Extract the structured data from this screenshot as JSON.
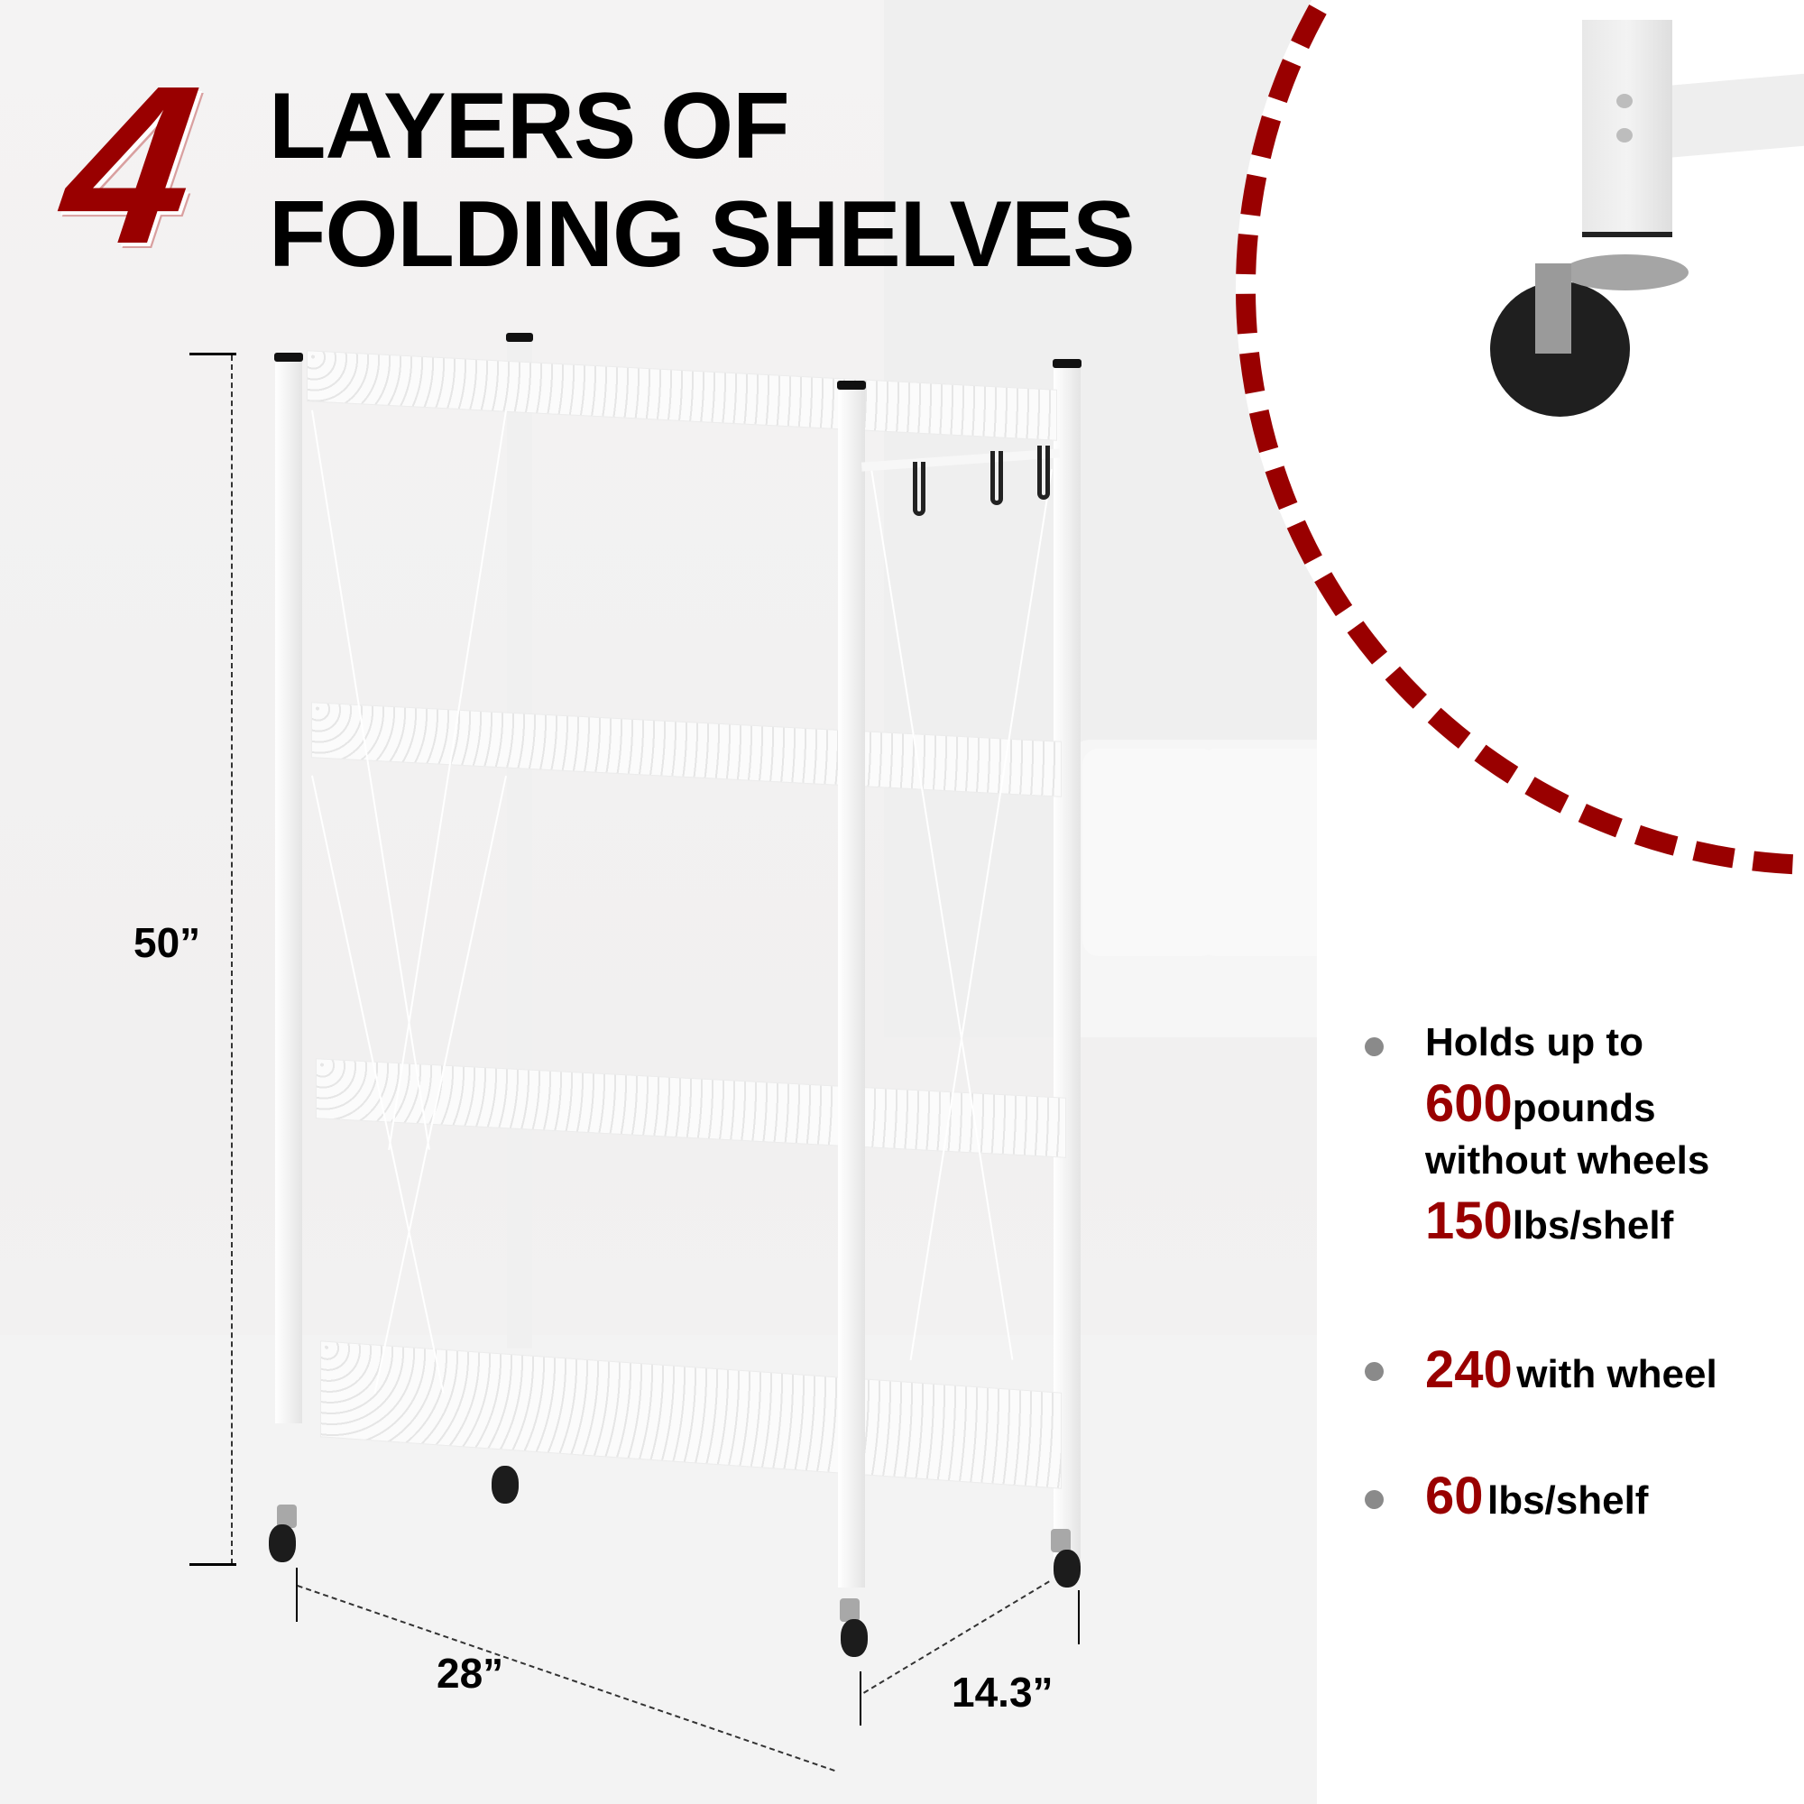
{
  "headline": {
    "number": "4",
    "line1": "LAYERS OF",
    "line2": "FOLDING SHELVES"
  },
  "dimensions": {
    "height": "50”",
    "width": "28”",
    "depth": "14.3”"
  },
  "specs": [
    {
      "intro": "Holds up to",
      "value": "600",
      "unit": "pounds",
      "detail": "without wheels",
      "per_shelf_value": "150",
      "per_shelf_unit": "lbs/shelf"
    },
    {
      "value": "240",
      "unit": "with wheel"
    },
    {
      "value": "60",
      "unit": "lbs/shelf"
    }
  ],
  "inset": {
    "subject": "caster-wheel-detail"
  },
  "colors": {
    "accent": "#990000",
    "text": "#000000",
    "bullet": "#8a8a8a",
    "wheel": "#1f1f1f"
  }
}
